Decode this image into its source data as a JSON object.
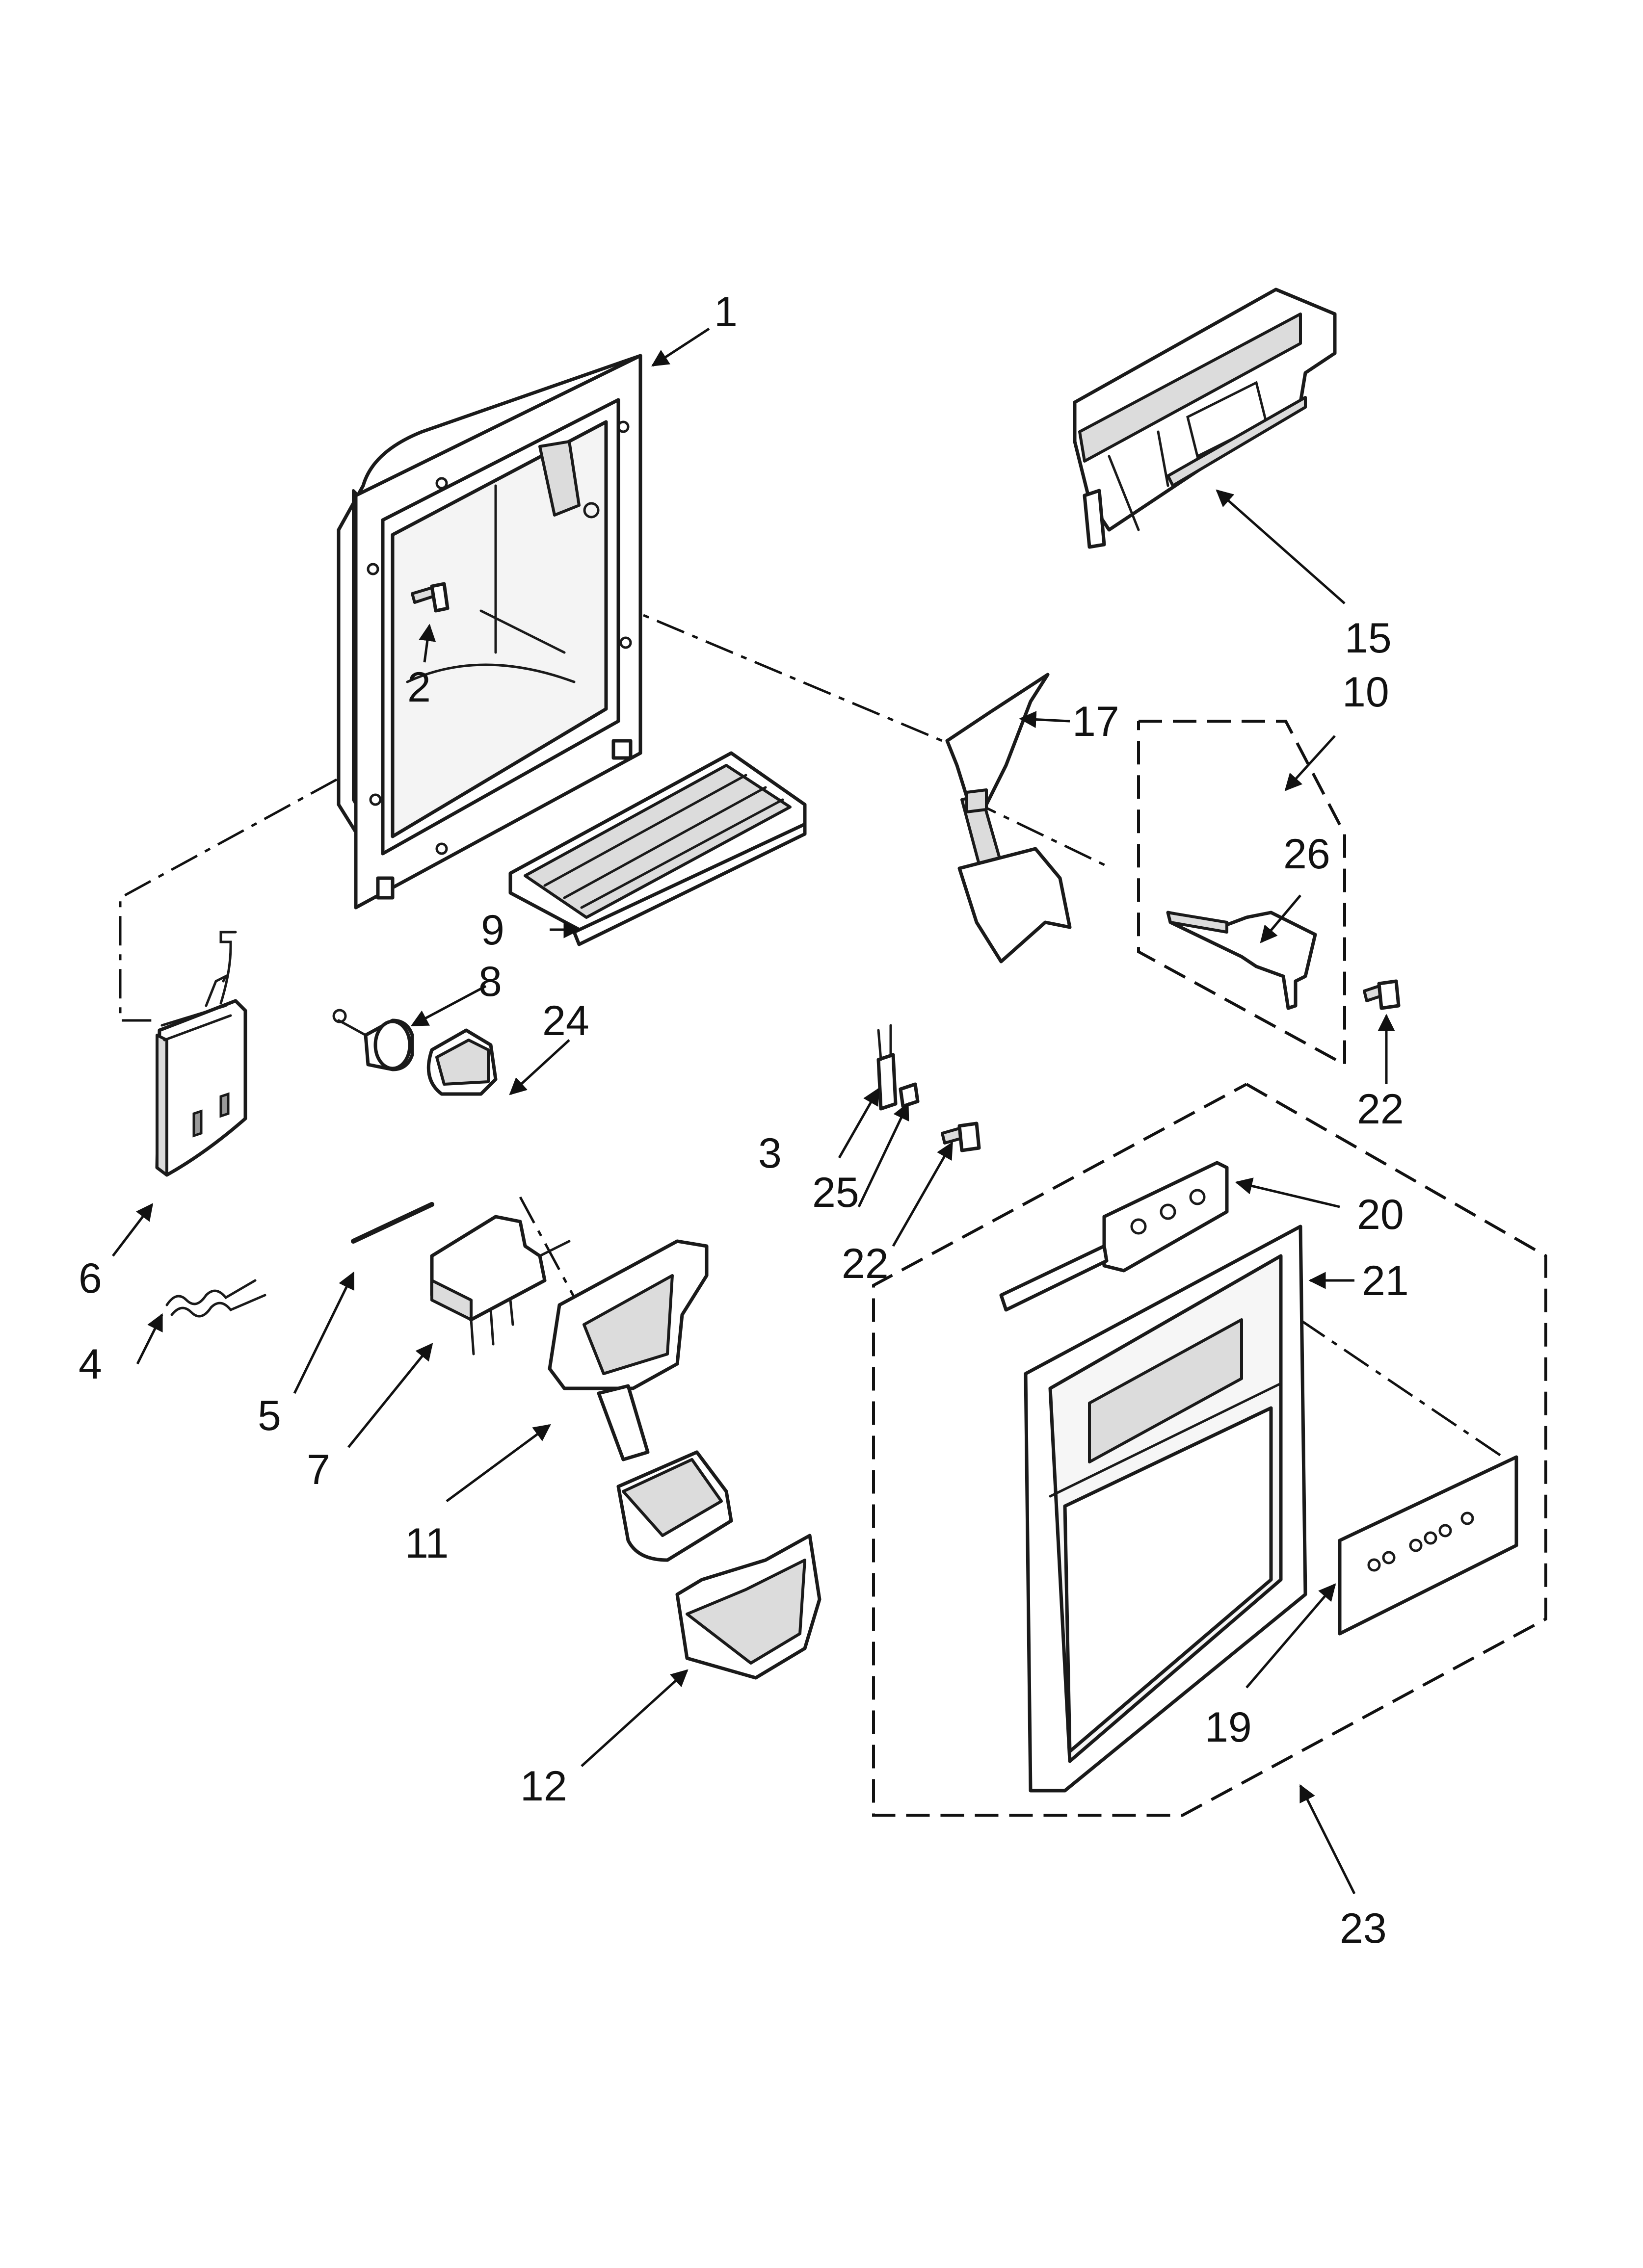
{
  "diagram": {
    "callouts": [
      {
        "id": "c1",
        "label": "1"
      },
      {
        "id": "c2",
        "label": "2"
      },
      {
        "id": "c3",
        "label": "3"
      },
      {
        "id": "c4",
        "label": "4"
      },
      {
        "id": "c5",
        "label": "5"
      },
      {
        "id": "c6",
        "label": "6"
      },
      {
        "id": "c7",
        "label": "7"
      },
      {
        "id": "c8",
        "label": "8"
      },
      {
        "id": "c9",
        "label": "9"
      },
      {
        "id": "c10",
        "label": "10"
      },
      {
        "id": "c11",
        "label": "11"
      },
      {
        "id": "c12",
        "label": "12"
      },
      {
        "id": "c15",
        "label": "15"
      },
      {
        "id": "c17",
        "label": "17"
      },
      {
        "id": "c19",
        "label": "19"
      },
      {
        "id": "c20",
        "label": "20"
      },
      {
        "id": "c21",
        "label": "21"
      },
      {
        "id": "c22a",
        "label": "22"
      },
      {
        "id": "c22b",
        "label": "22"
      },
      {
        "id": "c23",
        "label": "23"
      },
      {
        "id": "c24",
        "label": "24"
      },
      {
        "id": "c25",
        "label": "25"
      },
      {
        "id": "c26",
        "label": "26"
      }
    ]
  }
}
